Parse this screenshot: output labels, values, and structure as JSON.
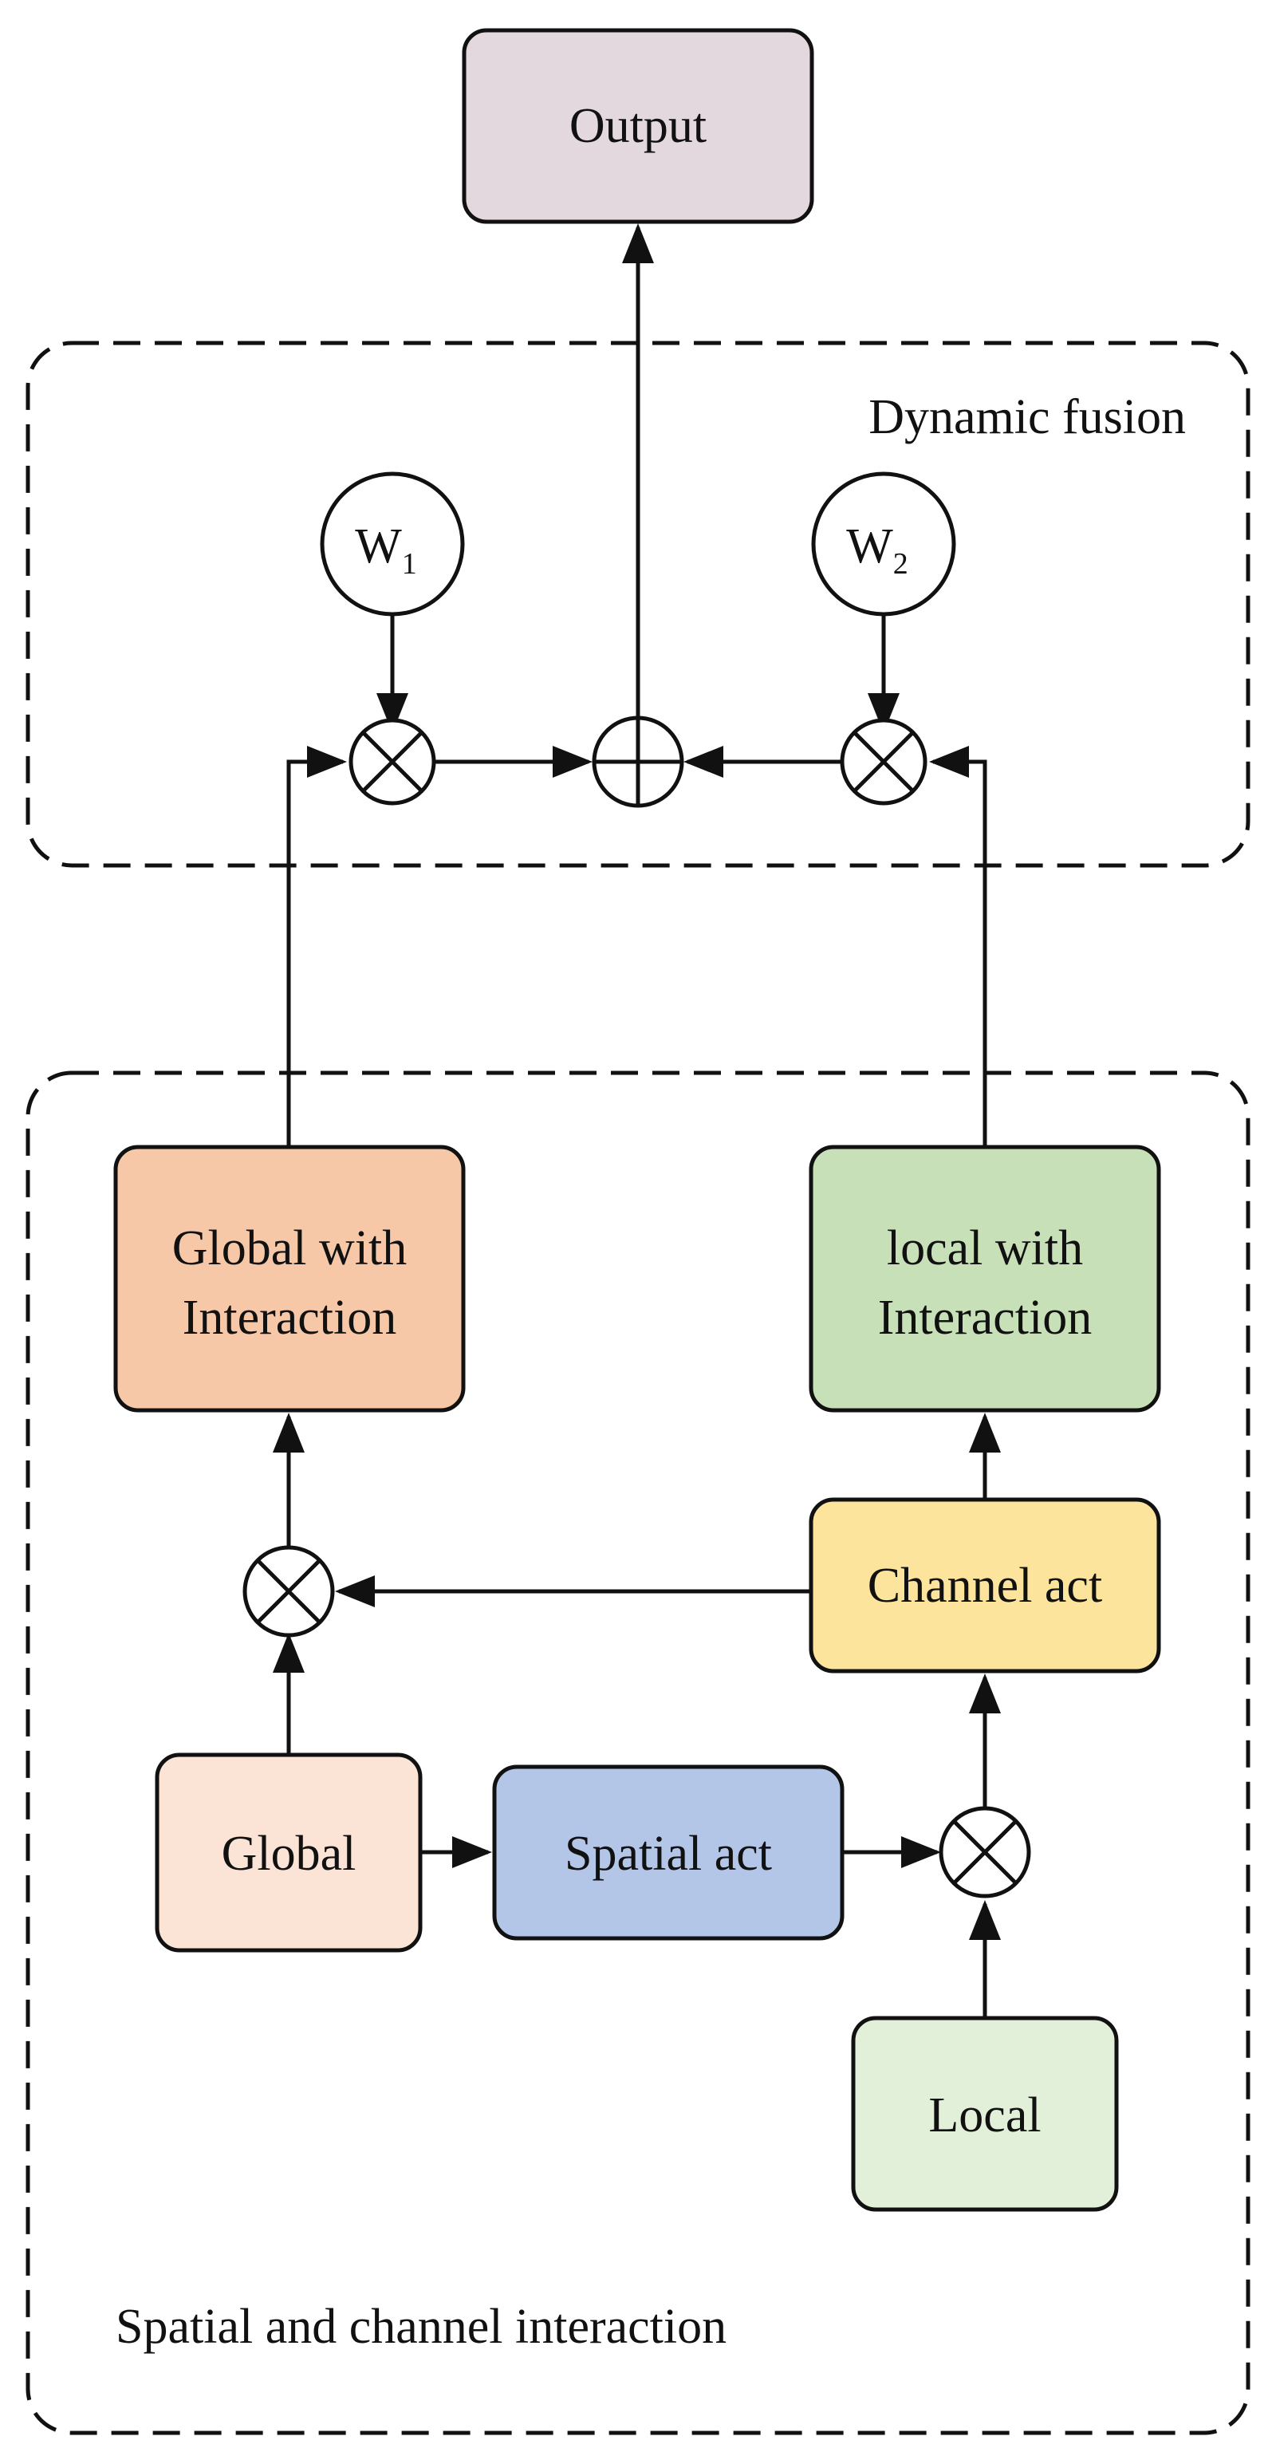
{
  "regions": {
    "fusion_label": "Dynamic fusion",
    "interaction_label": "Spatial and channel interaction"
  },
  "nodes": {
    "output": "Output",
    "global_interaction_line1": "Global with",
    "global_interaction_line2": "Interaction",
    "local_interaction_line1": "local with",
    "local_interaction_line2": "Interaction",
    "channel_act": "Channel act",
    "global": "Global",
    "spatial_act": "Spatial act",
    "local": "Local"
  },
  "weights": {
    "w1_base": "W",
    "w1_sub": "1",
    "w2_base": "W",
    "w2_sub": "2"
  },
  "colors": {
    "output_fill": "#e3d8de",
    "global_interaction_fill": "#f6c8a8",
    "local_interaction_fill": "#c8e0b8",
    "channel_act_fill": "#fde49c",
    "global_fill": "#fbe4d6",
    "spatial_act_fill": "#b4c6e8",
    "local_fill": "#e2efd9",
    "stroke": "#111111"
  }
}
